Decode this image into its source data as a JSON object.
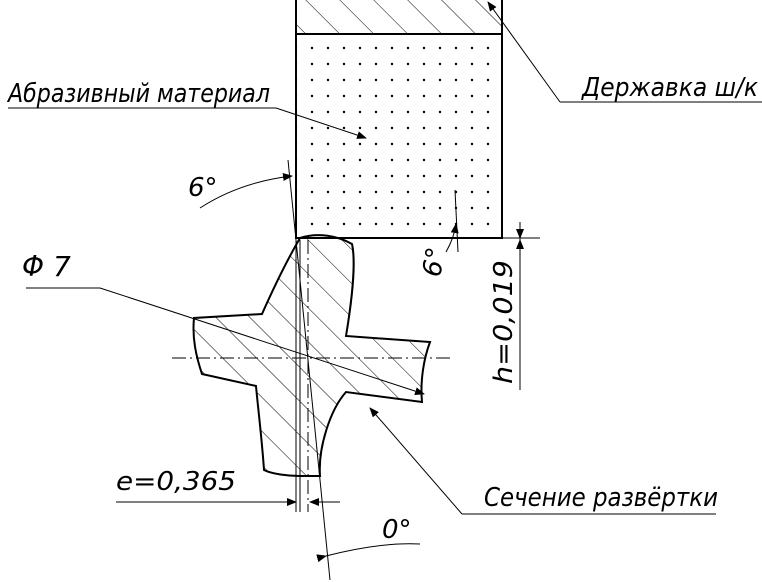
{
  "labels": {
    "abrasive": "Абразивный материал",
    "holder": "Державка ш/к",
    "diameter": "Φ 7",
    "angle_top": "6°",
    "angle_right": "6°",
    "height": "h=0,019",
    "offset": "e=0,365",
    "section": "Сечение развёртки",
    "angle_bottom": "0°"
  },
  "colors": {
    "line": "#000000",
    "dots": "#000000",
    "background": "#ffffff"
  }
}
